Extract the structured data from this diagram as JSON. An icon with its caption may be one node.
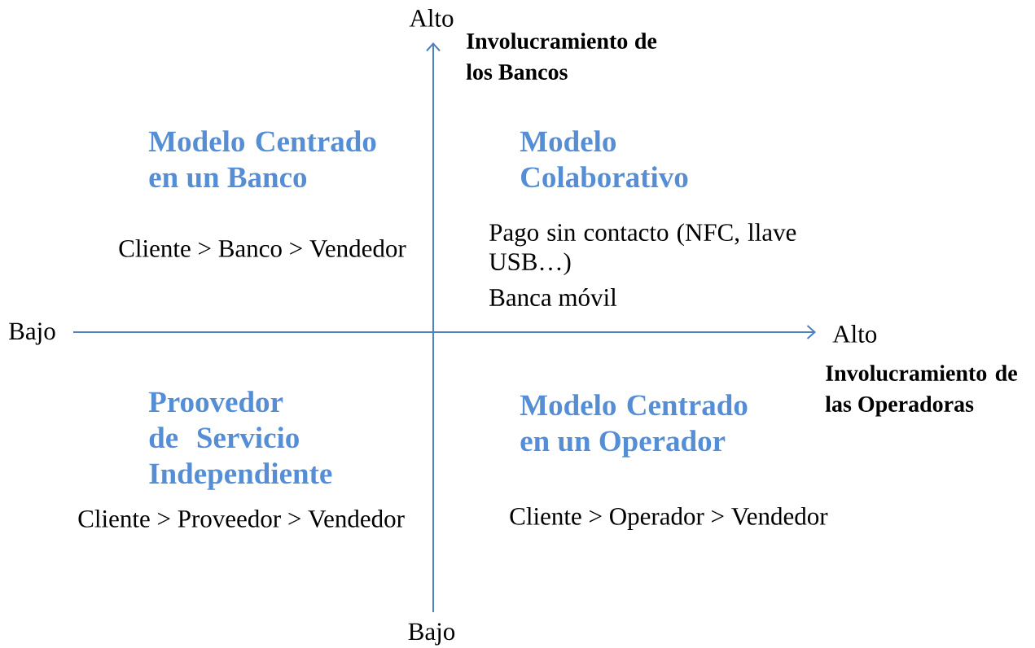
{
  "diagram": {
    "labels": [
      "Alto",
      "Involucramiento de los Bancos",
      "Modelo Centrado en un Banco",
      "Modelo Colaborativo",
      "Cliente > Banco >  Vendedor",
      "Pago sin contacto (NFC, llave USB…)",
      "Banca móvil",
      "Bajo",
      "Alto",
      "Involucramiento de las Operadoras",
      "Proovedor de Servicio Independiente",
      "Modelo Centrado en un Operador",
      "Cliente > Proveedor >  Vendedor",
      "Cliente > Operador >  Vendedor",
      "Bajo"
    ]
  }
}
